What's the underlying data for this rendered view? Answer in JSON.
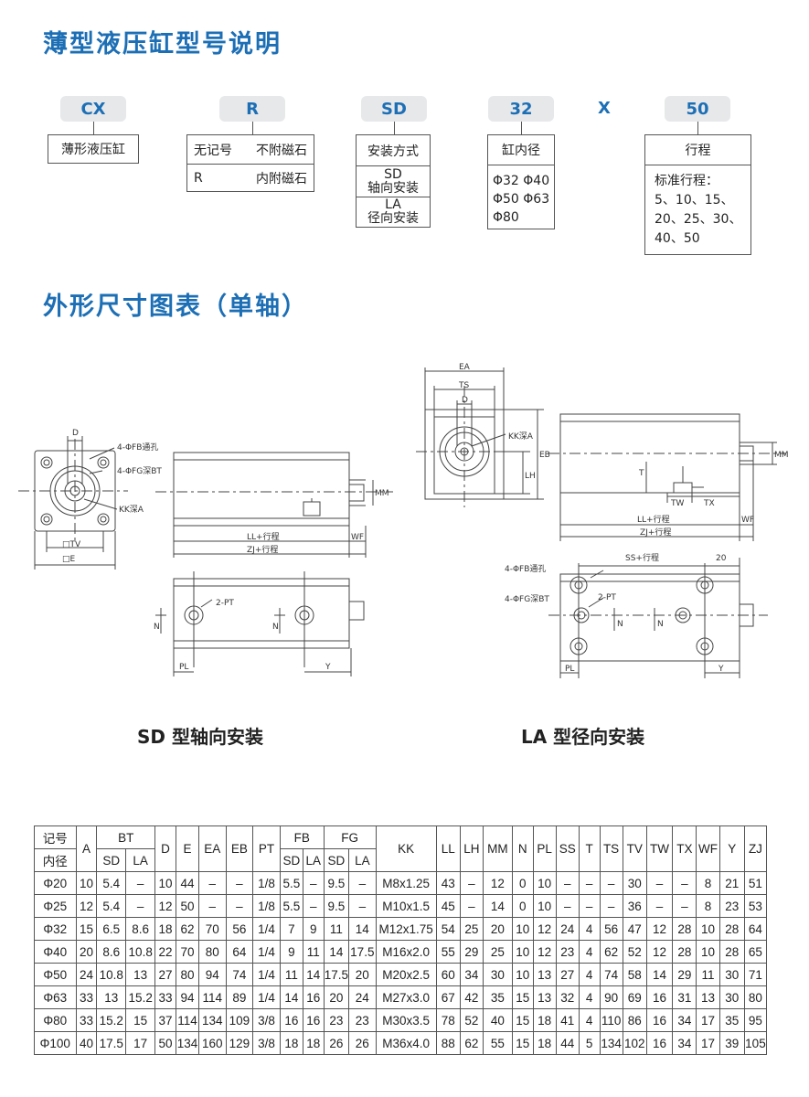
{
  "section1_title": "薄型液压缸型号说明",
  "section2_title": "外形尺寸图表（单轴）",
  "model": {
    "codes": [
      "CX",
      "R",
      "SD",
      "32",
      "50"
    ],
    "separator": "X",
    "cx_desc": "薄形液压缸",
    "r_rows": [
      [
        "无记号",
        "不附磁石"
      ],
      [
        "R",
        "内附磁石"
      ]
    ],
    "sd_header": "安装方式",
    "sd_sd": [
      "SD",
      "轴向安装"
    ],
    "sd_la": [
      "LA",
      "径向安装"
    ],
    "bore_header": "缸内径",
    "bore_lines": [
      "Φ32 Φ40",
      "Φ50 Φ63",
      "Φ80"
    ],
    "stroke_header": "行程",
    "stroke_lines": [
      "标准行程：",
      "5、10、15、",
      "20、25、30、",
      "40、50"
    ]
  },
  "drawing_labels": {
    "D": "D",
    "fb": "4-ΦFB通孔",
    "fg": "4-ΦFG深BT",
    "kk": "KK深A",
    "tv": "□TV",
    "e": "□E",
    "ll": "LL+行程",
    "zj": "ZJ+行程",
    "wf": "WF",
    "mm": "MM",
    "pt": "2-PT",
    "n": "N",
    "pl": "PL",
    "y": "Y",
    "ea": "EA",
    "ts": "TS",
    "eb": "EB",
    "lh": "LH",
    "t": "T",
    "tw": "TW",
    "tx": "TX",
    "ss": "SS+行程",
    "twenty": "20"
  },
  "captions": {
    "sd": "SD 型轴向安装",
    "la": "LA  型径向安装"
  },
  "table": {
    "header1": [
      "记号",
      "A",
      "BT",
      "D",
      "E",
      "EA",
      "EB",
      "PT",
      "FB",
      "FG",
      "KK",
      "LL",
      "LH",
      "MM",
      "N",
      "PL",
      "SS",
      "T",
      "TS",
      "TV",
      "TW",
      "TX",
      "WF",
      "Y",
      "ZJ"
    ],
    "header_first_col2": "内径",
    "sub": [
      "SD",
      "LA"
    ],
    "rows": [
      [
        "Φ20",
        "10",
        "5.4",
        "–",
        "10",
        "44",
        "–",
        "–",
        "1/8",
        "5.5",
        "–",
        "9.5",
        "–",
        "M8x1.25",
        "43",
        "–",
        "12",
        "0",
        "10",
        "–",
        "–",
        "–",
        "30",
        "–",
        "–",
        "8",
        "21",
        "51"
      ],
      [
        "Φ25",
        "12",
        "5.4",
        "–",
        "12",
        "50",
        "–",
        "–",
        "1/8",
        "5.5",
        "–",
        "9.5",
        "–",
        "M10x1.5",
        "45",
        "–",
        "14",
        "0",
        "10",
        "–",
        "–",
        "–",
        "36",
        "–",
        "–",
        "8",
        "23",
        "53"
      ],
      [
        "Φ32",
        "15",
        "6.5",
        "8.6",
        "18",
        "62",
        "70",
        "56",
        "1/4",
        "7",
        "9",
        "11",
        "14",
        "M12x1.75",
        "54",
        "25",
        "20",
        "10",
        "12",
        "24",
        "4",
        "56",
        "47",
        "12",
        "28",
        "10",
        "28",
        "64"
      ],
      [
        "Φ40",
        "20",
        "8.6",
        "10.8",
        "22",
        "70",
        "80",
        "64",
        "1/4",
        "9",
        "11",
        "14",
        "17.5",
        "M16x2.0",
        "55",
        "29",
        "25",
        "10",
        "12",
        "23",
        "4",
        "62",
        "52",
        "12",
        "28",
        "10",
        "28",
        "65"
      ],
      [
        "Φ50",
        "24",
        "10.8",
        "13",
        "27",
        "80",
        "94",
        "74",
        "1/4",
        "11",
        "14",
        "17.5",
        "20",
        "M20x2.5",
        "60",
        "34",
        "30",
        "10",
        "13",
        "27",
        "4",
        "74",
        "58",
        "14",
        "29",
        "11",
        "30",
        "71"
      ],
      [
        "Φ63",
        "33",
        "13",
        "15.2",
        "33",
        "94",
        "114",
        "89",
        "1/4",
        "14",
        "16",
        "20",
        "24",
        "M27x3.0",
        "67",
        "42",
        "35",
        "15",
        "13",
        "32",
        "4",
        "90",
        "69",
        "16",
        "31",
        "13",
        "30",
        "80"
      ],
      [
        "Φ80",
        "33",
        "15.2",
        "15",
        "37",
        "114",
        "134",
        "109",
        "3/8",
        "16",
        "16",
        "23",
        "23",
        "M30x3.5",
        "78",
        "52",
        "40",
        "15",
        "18",
        "41",
        "4",
        "110",
        "86",
        "16",
        "34",
        "17",
        "35",
        "95"
      ],
      [
        "Φ100",
        "40",
        "17.5",
        "17",
        "50",
        "134",
        "160",
        "129",
        "3/8",
        "18",
        "18",
        "26",
        "26",
        "M36x4.0",
        "88",
        "62",
        "55",
        "15",
        "18",
        "44",
        "5",
        "134",
        "102",
        "16",
        "34",
        "17",
        "39",
        "105"
      ]
    ]
  }
}
